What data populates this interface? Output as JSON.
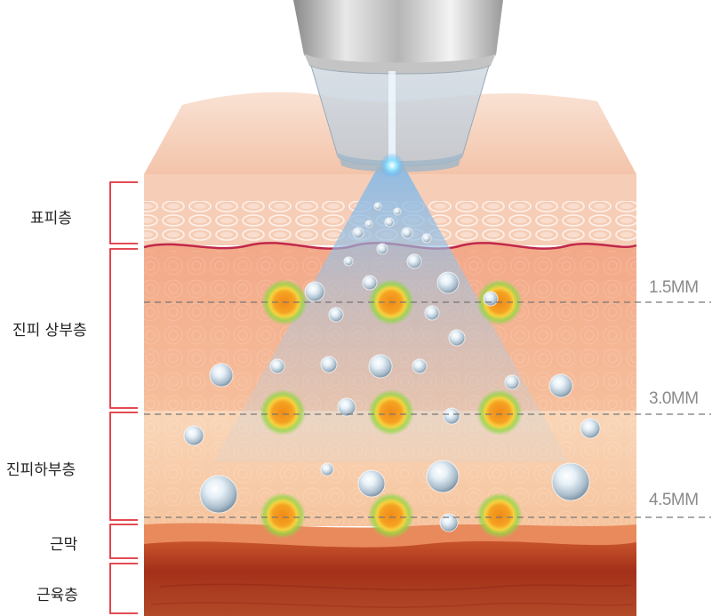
{
  "layers": [
    {
      "id": "epidermis",
      "label": "표피층"
    },
    {
      "id": "upper-dermis",
      "label": "진피 상부층"
    },
    {
      "id": "lower-dermis",
      "label": "진피하부층"
    },
    {
      "id": "fascia",
      "label": "근막"
    },
    {
      "id": "muscle",
      "label": "근육층"
    }
  ],
  "depths": [
    {
      "id": "depth-1-5",
      "label": "1.5MM"
    },
    {
      "id": "depth-3-0",
      "label": "3.0MM"
    },
    {
      "id": "depth-4-5",
      "label": "4.5MM"
    }
  ],
  "colors": {
    "bracket": "#e0323c",
    "epidermis": "#f6d3c0",
    "dermis": "#f4b898",
    "lower_dermis": "#f8d0b2",
    "muscle": "#a8321c",
    "focal_core": "#f39a1c",
    "focal_glow": "#7ad23a",
    "beam": "#9fc6e8",
    "dashed_line": "#777777"
  }
}
